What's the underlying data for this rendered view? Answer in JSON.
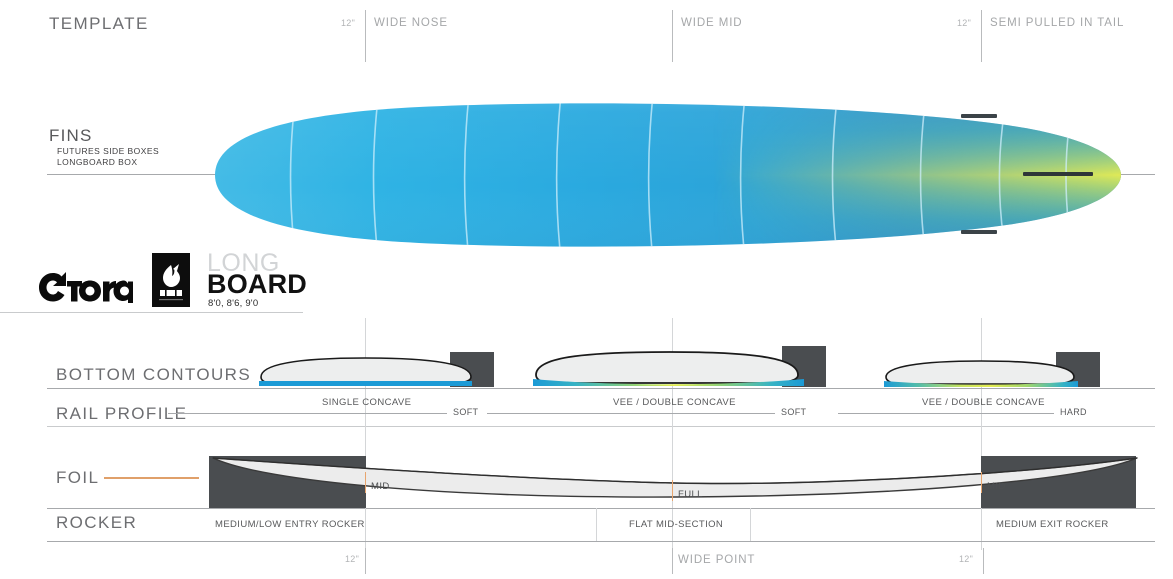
{
  "meta": {
    "brand": "torq",
    "tech_badge": "TET",
    "model_line1": "LONG",
    "model_line2": "BOARD",
    "sizes": "8'0, 8'6, 9'0"
  },
  "sections": {
    "template": "TEMPLATE",
    "fins": "FINS",
    "bottom_contours": "BOTTOM  CONTOURS",
    "rail_profile": "RAIL PROFILE",
    "foil": "FOIL",
    "rocker": "ROCKER"
  },
  "fins_detail": {
    "line1": "FUTURES SIDE BOXES",
    "line2": "LONGBOARD BOX"
  },
  "header": {
    "tick_left": "12\"",
    "zone_nose": "WIDE NOSE",
    "zone_mid": "WIDE MID",
    "tick_right": "12\"",
    "zone_tail": "SEMI PULLED IN TAIL"
  },
  "footer": {
    "tick_left": "12\"",
    "wide_point": "WIDE POINT",
    "tick_right": "12\""
  },
  "bottom_contours": {
    "nose": "SINGLE CONCAVE",
    "mid": "VEE / DOUBLE CONCAVE",
    "tail": "VEE / DOUBLE CONCAVE"
  },
  "rail_profile": {
    "nose_to_mid": "SOFT",
    "mid_to_tail": "SOFT",
    "tail": "HARD"
  },
  "foil_marks": {
    "entry": "MID",
    "center": "FULL",
    "exit": "MID"
  },
  "rocker_marks": {
    "entry": "MEDIUM/LOW ENTRY ROCKER",
    "mid": "FLAT MID-SECTION",
    "exit": "MEDIUM EXIT ROCKER"
  },
  "colors": {
    "board_nose": "#35b6e4",
    "board_mid": "#2ea8dd",
    "board_tail_accent": "#e3e84a",
    "board_tail": "#2f8fc9",
    "rail_stripe": "#1b9ad6",
    "foil_accent": "#e0a06a",
    "dark_block": "#4a4d50",
    "rule": "#a7a9ac",
    "text": "#6d6e71"
  }
}
